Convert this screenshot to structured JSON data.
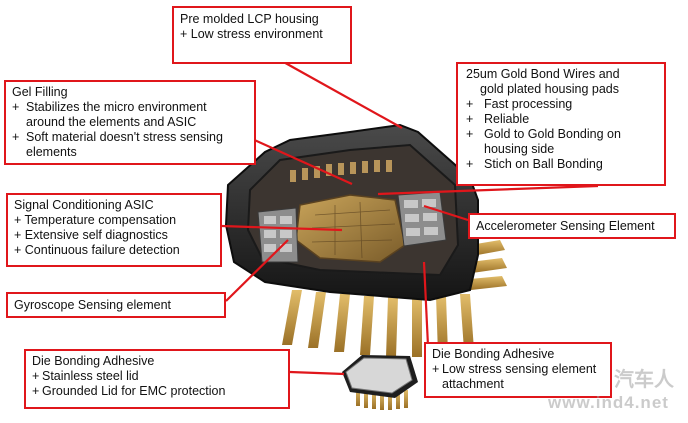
{
  "lcp": {
    "title": "Pre molded LCP housing",
    "items": [
      "+ Low stress environment"
    ]
  },
  "gel": {
    "title": "Gel Filling",
    "items": [
      {
        "bullet": "+",
        "lines": [
          "Stabilizes the micro environment",
          "around the elements and ASIC"
        ]
      },
      {
        "bullet": "+",
        "lines": [
          "Soft material doesn't stress sensing",
          "elements"
        ]
      }
    ]
  },
  "gold": {
    "title_lines": [
      "25um Gold Bond Wires and",
      "gold plated housing pads"
    ],
    "items": [
      {
        "bullet": "+",
        "lines": [
          "Fast processing"
        ]
      },
      {
        "bullet": "+",
        "lines": [
          "Reliable"
        ]
      },
      {
        "bullet": "+",
        "lines": [
          "Gold to Gold Bonding on",
          "housing side"
        ]
      },
      {
        "bullet": "+",
        "lines": [
          "Stich on Ball Bonding"
        ]
      }
    ]
  },
  "asic": {
    "title": "Signal Conditioning ASIC",
    "items": [
      "+ Temperature compensation",
      "+ Extensive self diagnostics",
      "+ Continuous failure detection"
    ]
  },
  "accel": {
    "title": "Accelerometer Sensing Element"
  },
  "gyro": {
    "title": "Gyroscope Sensing element"
  },
  "die_left": {
    "title": "Die Bonding Adhesive",
    "items": [
      {
        "bullet": "+",
        "text": "Stainless steel lid"
      },
      {
        "bullet": "+",
        "text": "Grounded Lid for EMC protection"
      }
    ]
  },
  "die_right": {
    "title": "Die Bonding Adhesive",
    "items": [
      {
        "bullet": "+",
        "lines": [
          "Low stress sensing element",
          "attachment"
        ]
      }
    ]
  },
  "watermark": {
    "brand": "汽车人",
    "url": "www.ind4.net"
  },
  "colors": {
    "callout": "#e0161b",
    "gold": "#b98a2c",
    "housing": "#2a2a2a"
  }
}
